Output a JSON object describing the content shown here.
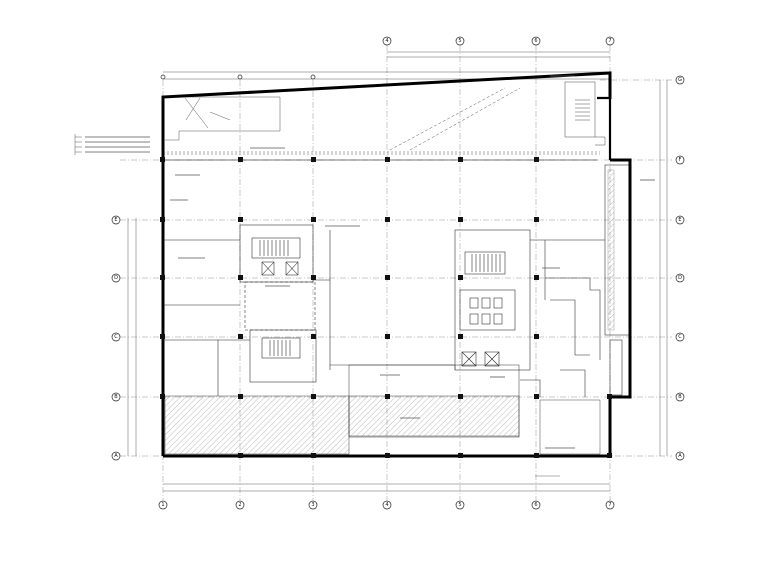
{
  "drawing": {
    "type": "architectural floor plan",
    "grid_lines_vertical": [
      "1",
      "2",
      "3",
      "4",
      "5",
      "6",
      "7"
    ],
    "grid_lines_horizontal": [
      "A",
      "B",
      "C",
      "D",
      "E",
      "F",
      "G"
    ],
    "legend_lines": [
      "",
      "",
      "",
      ""
    ],
    "room_labels": [
      "",
      "",
      "",
      "",
      "",
      "",
      "",
      ""
    ]
  }
}
